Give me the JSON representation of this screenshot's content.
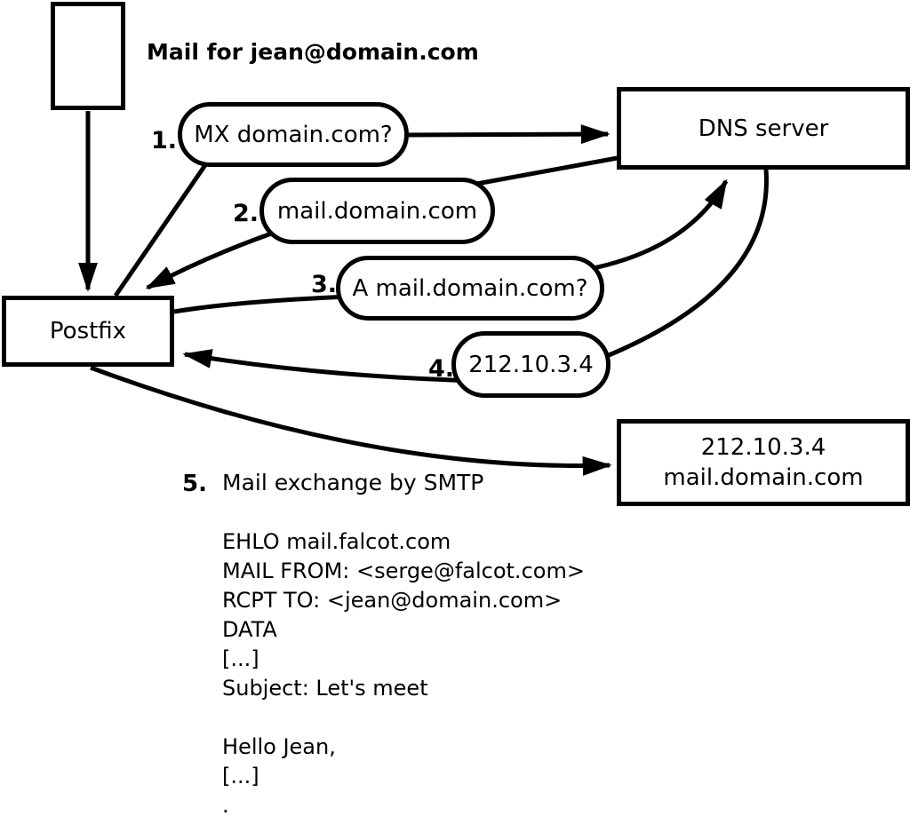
{
  "diagram": {
    "title": "Mail for jean@domain.com",
    "nodes": {
      "postfix": "Postfix",
      "dns": "DNS server",
      "mailserver_line1": "212.10.3.4",
      "mailserver_line2": "mail.domain.com"
    },
    "steps": [
      {
        "num": "1.",
        "label": "MX domain.com?"
      },
      {
        "num": "2.",
        "label": "mail.domain.com"
      },
      {
        "num": "3.",
        "label": "A mail.domain.com?"
      },
      {
        "num": "4.",
        "label": "212.10.3.4"
      },
      {
        "num": "5.",
        "label": "Mail exchange by SMTP"
      }
    ],
    "smtp_session": [
      "EHLO mail.falcot.com",
      "MAIL FROM: <serge@falcot.com>",
      "RCPT TO: <jean@domain.com>",
      "DATA",
      "[...]",
      "Subject: Let's meet",
      "",
      "Hello Jean,",
      "[...]",
      "."
    ],
    "colors": {
      "line": "#000000",
      "fill": "#ffffff",
      "text": "#000000"
    }
  }
}
